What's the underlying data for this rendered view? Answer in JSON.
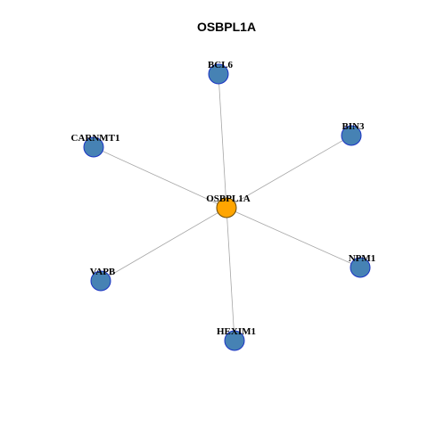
{
  "title": "OSBPL1A",
  "colors": {
    "edge": "#a6a6a6",
    "hub_fill": "#ffa500",
    "hub_stroke": "#6b4a00",
    "leaf_fill": "#4682b4",
    "leaf_stroke": "#1a33c4"
  },
  "network": {
    "hub": "OSBPL1A",
    "nodes": [
      {
        "id": "OSBPL1A",
        "label": "OSBPL1A",
        "role": "hub"
      },
      {
        "id": "BCL6",
        "label": "BCL6",
        "role": "neighbor"
      },
      {
        "id": "BIN3",
        "label": "BIN3",
        "role": "neighbor"
      },
      {
        "id": "CARNMT1",
        "label": "CARNMT1",
        "role": "neighbor"
      },
      {
        "id": "NPM1",
        "label": "NPM1",
        "role": "neighbor"
      },
      {
        "id": "VAPB",
        "label": "VAPB",
        "role": "neighbor"
      },
      {
        "id": "HEXIM1",
        "label": "HEXIM1",
        "role": "neighbor"
      }
    ],
    "edges": [
      {
        "source": "OSBPL1A",
        "target": "BCL6"
      },
      {
        "source": "OSBPL1A",
        "target": "BIN3"
      },
      {
        "source": "OSBPL1A",
        "target": "CARNMT1"
      },
      {
        "source": "OSBPL1A",
        "target": "NPM1"
      },
      {
        "source": "OSBPL1A",
        "target": "VAPB"
      },
      {
        "source": "OSBPL1A",
        "target": "HEXIM1"
      }
    ]
  }
}
